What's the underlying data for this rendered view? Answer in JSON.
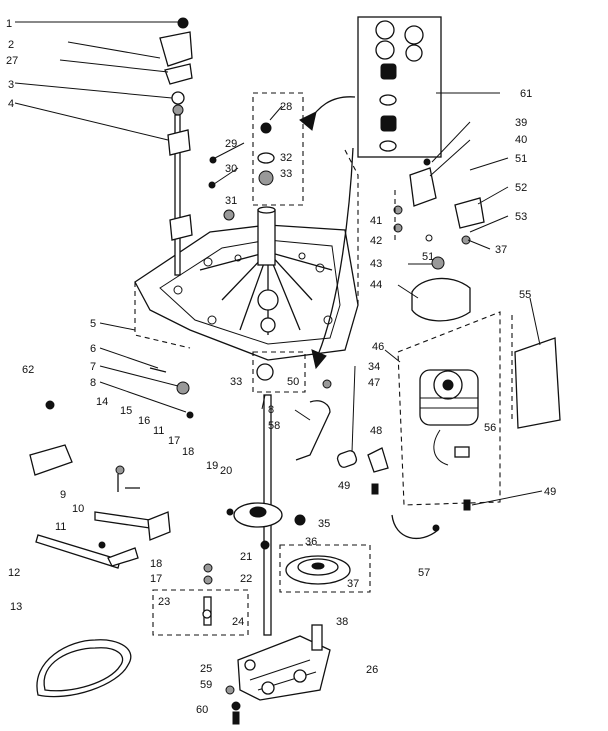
{
  "callouts": [
    {
      "id": "c1",
      "text": "1"
    },
    {
      "id": "c2",
      "text": "2"
    },
    {
      "id": "c27",
      "text": "27"
    },
    {
      "id": "c3",
      "text": "3"
    },
    {
      "id": "c4",
      "text": "4"
    },
    {
      "id": "c29",
      "text": "29"
    },
    {
      "id": "c30",
      "text": "30"
    },
    {
      "id": "c31",
      "text": "31"
    },
    {
      "id": "c28",
      "text": "28"
    },
    {
      "id": "c32",
      "text": "32"
    },
    {
      "id": "c33a",
      "text": "33"
    },
    {
      "id": "c61",
      "text": "61"
    },
    {
      "id": "c39",
      "text": "39"
    },
    {
      "id": "c40",
      "text": "40"
    },
    {
      "id": "c51a",
      "text": "51"
    },
    {
      "id": "c52",
      "text": "52"
    },
    {
      "id": "c41",
      "text": "41"
    },
    {
      "id": "c42",
      "text": "42"
    },
    {
      "id": "c51b",
      "text": "51"
    },
    {
      "id": "c53",
      "text": "53"
    },
    {
      "id": "c37a",
      "text": "37"
    },
    {
      "id": "c43",
      "text": "43"
    },
    {
      "id": "c44",
      "text": "44"
    },
    {
      "id": "c55",
      "text": "55"
    },
    {
      "id": "c5",
      "text": "5"
    },
    {
      "id": "c6",
      "text": "6"
    },
    {
      "id": "c62",
      "text": "62"
    },
    {
      "id": "c7",
      "text": "7"
    },
    {
      "id": "c8a",
      "text": "8"
    },
    {
      "id": "c33b",
      "text": "33"
    },
    {
      "id": "c50",
      "text": "50"
    },
    {
      "id": "c34",
      "text": "34"
    },
    {
      "id": "c47",
      "text": "47"
    },
    {
      "id": "c46",
      "text": "46"
    },
    {
      "id": "c8b",
      "text": "8"
    },
    {
      "id": "c58",
      "text": "58"
    },
    {
      "id": "c14",
      "text": "14"
    },
    {
      "id": "c15",
      "text": "15"
    },
    {
      "id": "c16",
      "text": "16"
    },
    {
      "id": "c11a",
      "text": "11"
    },
    {
      "id": "c17a",
      "text": "17"
    },
    {
      "id": "c18a",
      "text": "18"
    },
    {
      "id": "c48",
      "text": "48"
    },
    {
      "id": "c56",
      "text": "56"
    },
    {
      "id": "c9",
      "text": "9"
    },
    {
      "id": "c10",
      "text": "10"
    },
    {
      "id": "c19",
      "text": "19"
    },
    {
      "id": "c20",
      "text": "20"
    },
    {
      "id": "c49a",
      "text": "49"
    },
    {
      "id": "c49b",
      "text": "49"
    },
    {
      "id": "c35",
      "text": "35"
    },
    {
      "id": "c11b",
      "text": "11"
    },
    {
      "id": "c36",
      "text": "36"
    },
    {
      "id": "c12",
      "text": "12"
    },
    {
      "id": "c18b",
      "text": "18"
    },
    {
      "id": "c17b",
      "text": "17"
    },
    {
      "id": "c21",
      "text": "21"
    },
    {
      "id": "c22",
      "text": "22"
    },
    {
      "id": "c57",
      "text": "57"
    },
    {
      "id": "c37b",
      "text": "37"
    },
    {
      "id": "c23",
      "text": "23"
    },
    {
      "id": "c24",
      "text": "24"
    },
    {
      "id": "c38",
      "text": "38"
    },
    {
      "id": "c13",
      "text": "13"
    },
    {
      "id": "c25",
      "text": "25"
    },
    {
      "id": "c26",
      "text": "26"
    },
    {
      "id": "c59",
      "text": "59"
    },
    {
      "id": "c60",
      "text": "60"
    }
  ],
  "colors": {
    "ink": "#111111",
    "paper": "#ffffff"
  }
}
